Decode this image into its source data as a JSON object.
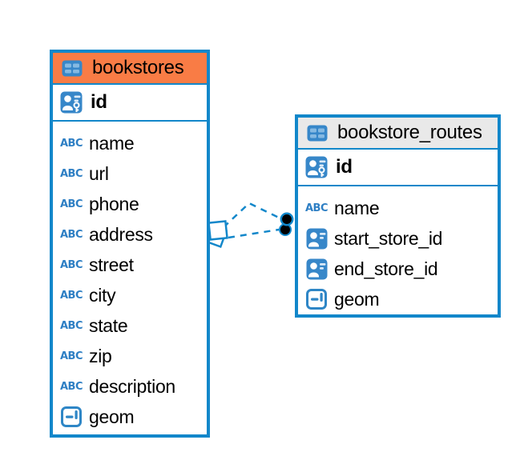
{
  "colors": {
    "table_border": "#1287ca",
    "bookstores_header": "#f97c45",
    "routes_header": "#e9e9e9",
    "icon_blue": "#3787c9",
    "icon_light_blue": "#85b9e2",
    "text_type_blue": "#2e7fc4",
    "relation_line": "#1287ca",
    "relation_dot_fill": "#000000"
  },
  "icons": {
    "text_type_glyph": "ABC"
  },
  "tables": [
    {
      "name": "bookstores",
      "header_color": "#f97c45",
      "columns": [
        {
          "name": "id",
          "type": "pk"
        },
        {
          "name": "name",
          "type": "text"
        },
        {
          "name": "url",
          "type": "text"
        },
        {
          "name": "phone",
          "type": "text"
        },
        {
          "name": "address",
          "type": "text"
        },
        {
          "name": "street",
          "type": "text"
        },
        {
          "name": "city",
          "type": "text"
        },
        {
          "name": "state",
          "type": "text"
        },
        {
          "name": "zip",
          "type": "text"
        },
        {
          "name": "description",
          "type": "text"
        },
        {
          "name": "geom",
          "type": "geometry"
        }
      ]
    },
    {
      "name": "bookstore_routes",
      "header_color": "#e9e9e9",
      "columns": [
        {
          "name": "id",
          "type": "pk"
        },
        {
          "name": "name",
          "type": "text"
        },
        {
          "name": "start_store_id",
          "type": "fk"
        },
        {
          "name": "end_store_id",
          "type": "fk"
        },
        {
          "name": "geom",
          "type": "geometry"
        }
      ]
    }
  ],
  "relations": [
    {
      "from_table": "bookstore_routes",
      "to_table": "bookstores",
      "line_style": "dashed"
    },
    {
      "from_table": "bookstore_routes",
      "to_table": "bookstores",
      "line_style": "dashed"
    }
  ]
}
